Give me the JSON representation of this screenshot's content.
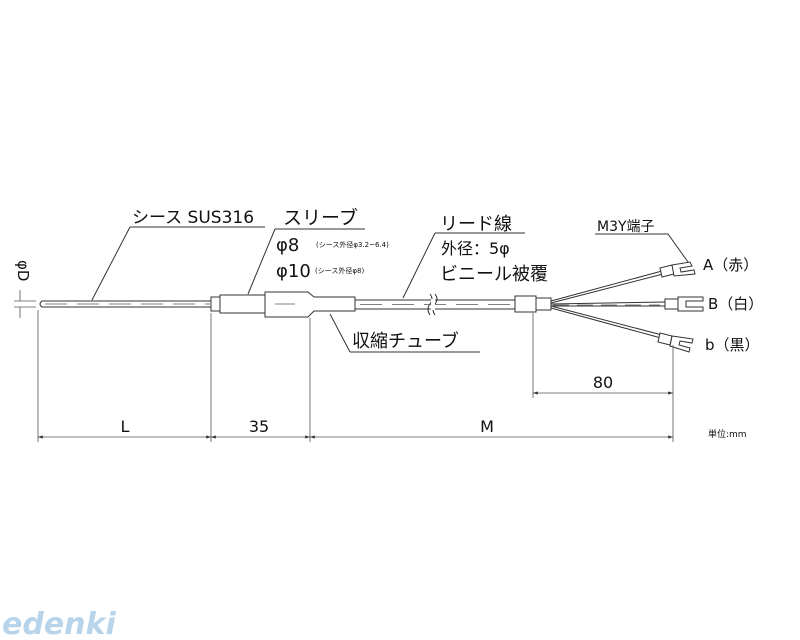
{
  "drawing": {
    "labels": {
      "sheath": "シース SUS316",
      "sleeve": "スリーブ",
      "sleeve_d8": "φ8",
      "sleeve_d8_note": "(シース外径φ3.2~6.4)",
      "sleeve_d10": "φ10",
      "sleeve_d10_note": "(シース外径φ8)",
      "shrink_tube": "収縮チューブ",
      "lead_wire": "リード線",
      "lead_od": "外径：5φ",
      "lead_cover": "ビニール被覆",
      "terminal": "M3Y端子",
      "wire_a": "A（赤）",
      "wire_b": "B（白）",
      "wire_b_small": "b（黒）",
      "diameter": "φD"
    },
    "dimensions": {
      "sheath_length": "L",
      "sleeve_length": "35",
      "lead_length": "M",
      "fan_length": "80"
    },
    "unit": "単位:mm"
  },
  "watermark": "edenki",
  "colors": {
    "line": "#333333",
    "watermark": "#b8d4ea"
  }
}
